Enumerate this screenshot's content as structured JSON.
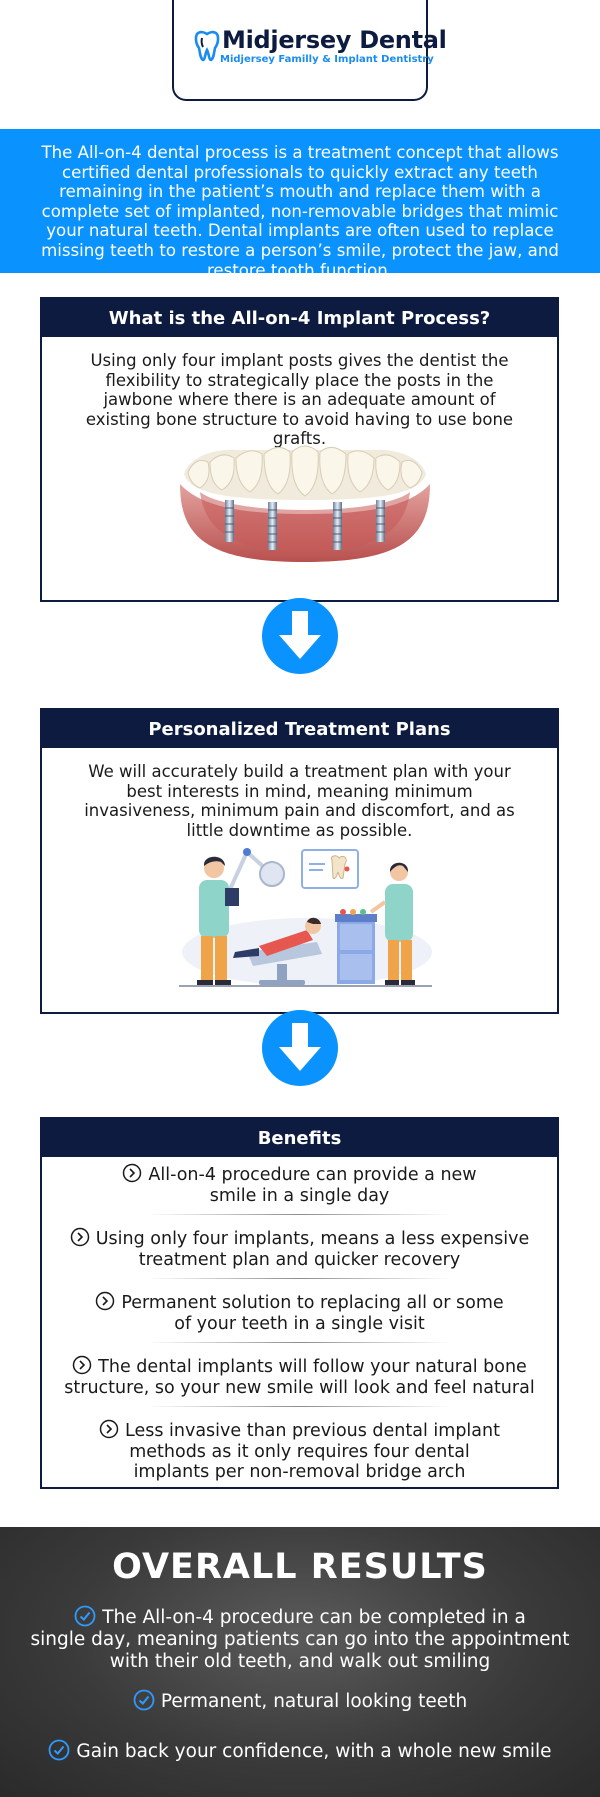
{
  "logo": {
    "name": "Midjersey Dental",
    "tagline": "Midjersey Familly & Implant Dentistry"
  },
  "intro": {
    "text": "The All-on-4 dental process is a treatment concept that allows certified dental professionals to quickly extract any teeth remaining in the patient’s mouth and replace them with a complete set of implanted, non-removable bridges that mimic your natural teeth. Dental implants are often used to replace missing teeth to restore a person’s smile, protect the jaw, and restore tooth function."
  },
  "section1": {
    "title": "What is the All-on-4 Implant Process?",
    "body": "Using only four implant posts gives the dentist the flexibility to strategically place the posts in the jawbone where there is an adequate amount of existing bone structure to avoid having to use bone grafts."
  },
  "section2": {
    "title": "Personalized Treatment Plans",
    "body": "We will accurately build a treatment plan with your best interests in mind, meaning minimum invasiveness, minimum pain and discomfort, and as little downtime as possible."
  },
  "benefits": {
    "title": "Benefits",
    "items": [
      {
        "line1": "All-on-4 procedure can provide a new",
        "line2": "smile in a single day"
      },
      {
        "line1": "Using only four implants, means a less expensive",
        "line2": "treatment plan and quicker recovery"
      },
      {
        "line1": "Permanent solution to replacing all or some",
        "line2": "of your teeth in a single visit"
      },
      {
        "line1": "The dental implants will follow your natural bone",
        "line2": "structure, so your new smile will look and feel natural"
      },
      {
        "line1": "Less invasive than previous dental implant",
        "line2": "methods as it only requires four dental",
        "line3": "implants per non-removal bridge arch"
      }
    ]
  },
  "results": {
    "title": "OVERALL RESULTS",
    "items": [
      {
        "line1": "The All-on-4 procedure can be completed in a",
        "line2": "single day, meaning patients can go into the appointment",
        "line3": "with their old teeth, and walk out smiling"
      },
      {
        "line1": "Permanent, natural looking teeth"
      },
      {
        "line1": "Gain back your confidence, with a whole new smile"
      }
    ]
  },
  "icons": {
    "logo": "tooth-icon",
    "arrow": "arrow-down-circle-icon",
    "benefit_bullet": "chevron-right-circle-icon",
    "result_bullet": "check-circle-icon"
  },
  "colors": {
    "navy": "#0c1b3f",
    "accent_blue": "#0a93ff",
    "dark_panel": "#3a3a3a"
  }
}
